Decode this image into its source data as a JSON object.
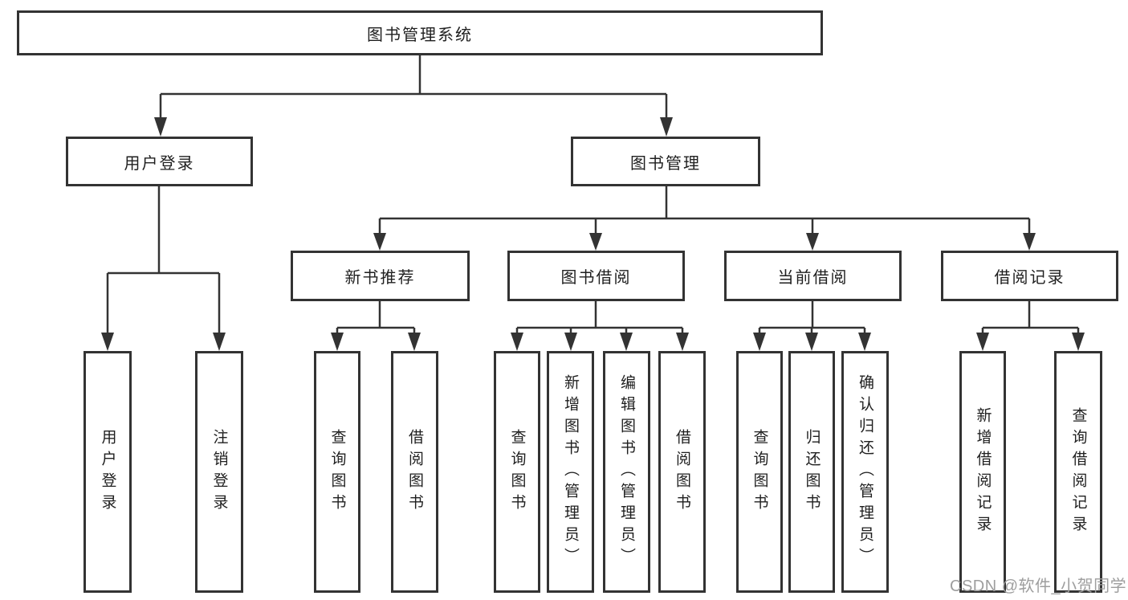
{
  "diagram_type": "hierarchy-tree",
  "colors": {
    "background": "#ffffff",
    "box_border": "#333333",
    "line": "#333333",
    "text": "#1f1f1f",
    "watermark": "#9e9e9e"
  },
  "tree": {
    "root": {
      "label": "图书管理系统",
      "children": [
        {
          "label": "用户登录",
          "children": [
            {
              "label": "用户登录"
            },
            {
              "label": "注销登录"
            }
          ]
        },
        {
          "label": "图书管理",
          "children": [
            {
              "label": "新书推荐",
              "children": [
                {
                  "label": "查询图书"
                },
                {
                  "label": "借阅图书"
                }
              ]
            },
            {
              "label": "图书借阅",
              "children": [
                {
                  "label": "查询图书"
                },
                {
                  "label": "新增图书（管理员）"
                },
                {
                  "label": "编辑图书（管理员）"
                },
                {
                  "label": "借阅图书"
                }
              ]
            },
            {
              "label": "当前借阅",
              "children": [
                {
                  "label": "查询图书"
                },
                {
                  "label": "归还图书"
                },
                {
                  "label": "确认归还（管理员）"
                }
              ]
            },
            {
              "label": "借阅记录",
              "children": [
                {
                  "label": "新增借阅记录"
                },
                {
                  "label": "查询借阅记录"
                }
              ]
            }
          ]
        }
      ]
    }
  },
  "watermark": {
    "text": "CSDN @软件_小贺同学"
  }
}
